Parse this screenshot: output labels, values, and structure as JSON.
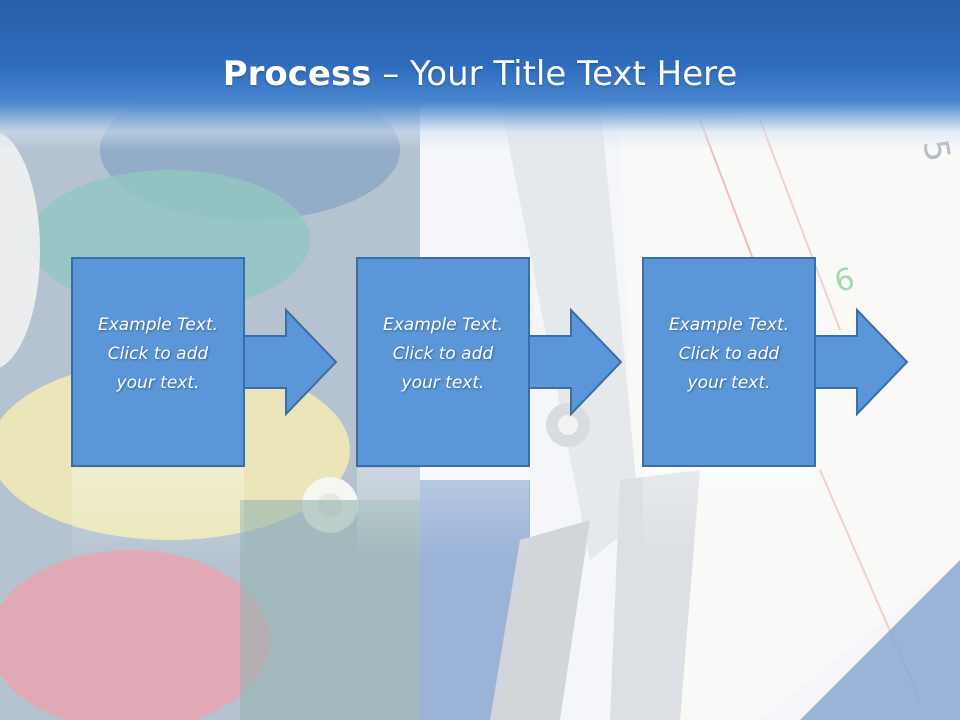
{
  "title": {
    "bold": "Process",
    "rest": " – Your Title Text Here"
  },
  "steps": [
    {
      "line1": "Example Text.",
      "line2": "Click  to add",
      "line3": "your text."
    },
    {
      "line1": "Example Text.",
      "line2": "Click  to add",
      "line3": "your text."
    },
    {
      "line1": "Example Text.",
      "line2": "Click  to add",
      "line3": "your text."
    }
  ],
  "colors": {
    "box_fill": "#5b96d8",
    "box_border": "#3a6ea8",
    "title_bar": "#2f6dbe"
  }
}
